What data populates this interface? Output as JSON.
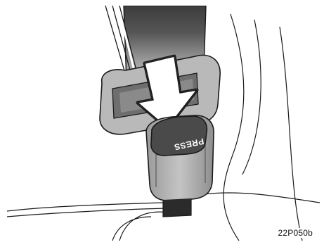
{
  "figure": {
    "button_label": "PRESS",
    "figure_code": "22P050b",
    "icons": [
      "seat-belt-buckle-illustration",
      "press-direction-arrow-icon"
    ],
    "colors": {
      "line": "#1a1a1a",
      "buckle_gray": "#b9b9b9",
      "dark_gray": "#6e6e6e",
      "belt_dark": "#4a4a4a",
      "paper": "#ffffff"
    }
  }
}
